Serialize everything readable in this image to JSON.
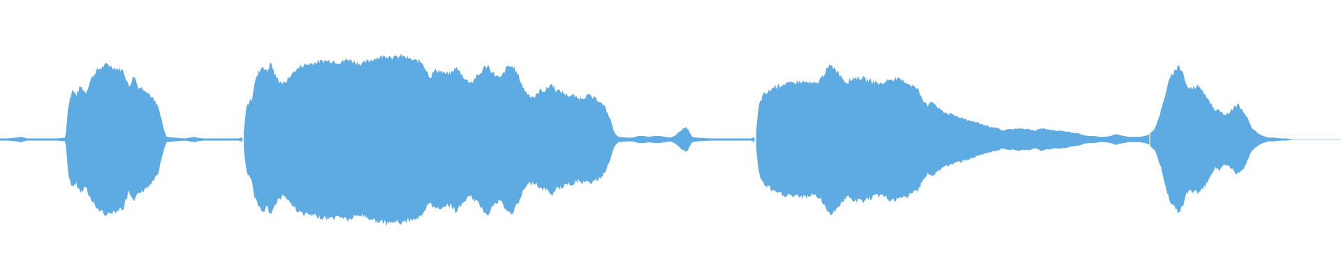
{
  "waveform": {
    "color": "#5dabe2",
    "background": "#ffffff",
    "segments": [
      {
        "name": "segment-1",
        "points": [
          [
            0.0,
            0.01
          ],
          [
            0.006,
            0.01
          ],
          [
            0.012,
            0.02
          ],
          [
            0.016,
            0.03
          ],
          [
            0.02,
            0.01
          ],
          [
            0.03,
            0.01
          ],
          [
            0.042,
            0.01
          ],
          [
            0.049,
            0.02
          ],
          [
            0.051,
            0.4
          ],
          [
            0.054,
            0.58
          ],
          [
            0.057,
            0.52
          ],
          [
            0.06,
            0.63
          ],
          [
            0.064,
            0.55
          ],
          [
            0.068,
            0.72
          ],
          [
            0.072,
            0.82
          ],
          [
            0.076,
            0.86
          ],
          [
            0.08,
            0.9
          ],
          [
            0.084,
            0.86
          ],
          [
            0.088,
            0.84
          ],
          [
            0.092,
            0.82
          ],
          [
            0.096,
            0.62
          ],
          [
            0.1,
            0.76
          ],
          [
            0.103,
            0.62
          ],
          [
            0.108,
            0.6
          ],
          [
            0.113,
            0.5
          ],
          [
            0.118,
            0.38
          ],
          [
            0.122,
            0.12
          ],
          [
            0.124,
            0.03
          ],
          [
            0.13,
            0.02
          ],
          [
            0.138,
            0.01
          ],
          [
            0.145,
            0.03
          ],
          [
            0.147,
            0.02
          ],
          [
            0.152,
            0.01
          ],
          [
            0.164,
            0.01
          ],
          [
            0.178,
            0.01
          ],
          [
            0.181,
            0.03
          ]
        ]
      },
      {
        "name": "segment-2",
        "points": [
          [
            0.182,
            0.1
          ],
          [
            0.184,
            0.4
          ],
          [
            0.188,
            0.48
          ],
          [
            0.19,
            0.68
          ],
          [
            0.193,
            0.8
          ],
          [
            0.196,
            0.88
          ],
          [
            0.199,
            0.8
          ],
          [
            0.202,
            0.92
          ],
          [
            0.205,
            0.76
          ],
          [
            0.208,
            0.7
          ],
          [
            0.212,
            0.66
          ],
          [
            0.216,
            0.74
          ],
          [
            0.22,
            0.82
          ],
          [
            0.225,
            0.88
          ],
          [
            0.23,
            0.9
          ],
          [
            0.236,
            0.92
          ],
          [
            0.242,
            0.94
          ],
          [
            0.248,
            0.94
          ],
          [
            0.254,
            0.92
          ],
          [
            0.26,
            0.96
          ],
          [
            0.265,
            0.92
          ],
          [
            0.27,
            0.9
          ],
          [
            0.275,
            0.94
          ],
          [
            0.28,
            0.97
          ],
          [
            0.285,
            0.99
          ],
          [
            0.29,
            1.0
          ],
          [
            0.295,
            0.98
          ],
          [
            0.3,
            1.0
          ],
          [
            0.305,
            0.96
          ],
          [
            0.31,
            0.94
          ],
          [
            0.315,
            0.92
          ],
          [
            0.318,
            0.82
          ],
          [
            0.321,
            0.74
          ],
          [
            0.324,
            0.82
          ],
          [
            0.328,
            0.82
          ],
          [
            0.332,
            0.78
          ],
          [
            0.336,
            0.78
          ],
          [
            0.34,
            0.86
          ],
          [
            0.344,
            0.78
          ],
          [
            0.348,
            0.7
          ],
          [
            0.352,
            0.68
          ],
          [
            0.355,
            0.74
          ],
          [
            0.358,
            0.78
          ],
          [
            0.361,
            0.86
          ],
          [
            0.364,
            0.88
          ],
          [
            0.367,
            0.8
          ],
          [
            0.37,
            0.76
          ],
          [
            0.373,
            0.72
          ],
          [
            0.376,
            0.8
          ],
          [
            0.379,
            0.88
          ],
          [
            0.383,
            0.86
          ],
          [
            0.387,
            0.74
          ],
          [
            0.391,
            0.58
          ],
          [
            0.395,
            0.52
          ],
          [
            0.399,
            0.5
          ],
          [
            0.403,
            0.58
          ],
          [
            0.407,
            0.58
          ],
          [
            0.411,
            0.66
          ],
          [
            0.415,
            0.58
          ],
          [
            0.419,
            0.56
          ],
          [
            0.423,
            0.52
          ],
          [
            0.427,
            0.52
          ],
          [
            0.431,
            0.48
          ],
          [
            0.435,
            0.5
          ],
          [
            0.439,
            0.52
          ],
          [
            0.443,
            0.48
          ],
          [
            0.447,
            0.46
          ],
          [
            0.451,
            0.38
          ],
          [
            0.455,
            0.24
          ],
          [
            0.458,
            0.08
          ],
          [
            0.461,
            0.03
          ],
          [
            0.468,
            0.02
          ],
          [
            0.472,
            0.02
          ],
          [
            0.476,
            0.04
          ],
          [
            0.48,
            0.04
          ],
          [
            0.484,
            0.03
          ],
          [
            0.488,
            0.04
          ],
          [
            0.492,
            0.04
          ],
          [
            0.496,
            0.03
          ],
          [
            0.5,
            0.02
          ],
          [
            0.503,
            0.04
          ],
          [
            0.506,
            0.08
          ],
          [
            0.509,
            0.12
          ],
          [
            0.512,
            0.14
          ],
          [
            0.514,
            0.09
          ],
          [
            0.516,
            0.03
          ],
          [
            0.52,
            0.02
          ],
          [
            0.53,
            0.01
          ],
          [
            0.542,
            0.01
          ],
          [
            0.552,
            0.01
          ],
          [
            0.56,
            0.01
          ],
          [
            0.563,
            0.03
          ]
        ]
      },
      {
        "name": "segment-3",
        "points": [
          [
            0.564,
            0.1
          ],
          [
            0.566,
            0.4
          ],
          [
            0.569,
            0.52
          ],
          [
            0.573,
            0.56
          ],
          [
            0.577,
            0.62
          ],
          [
            0.581,
            0.64
          ],
          [
            0.585,
            0.66
          ],
          [
            0.589,
            0.66
          ],
          [
            0.593,
            0.68
          ],
          [
            0.597,
            0.68
          ],
          [
            0.601,
            0.68
          ],
          [
            0.605,
            0.66
          ],
          [
            0.609,
            0.66
          ],
          [
            0.613,
            0.74
          ],
          [
            0.616,
            0.82
          ],
          [
            0.619,
            0.88
          ],
          [
            0.622,
            0.86
          ],
          [
            0.625,
            0.8
          ],
          [
            0.628,
            0.74
          ],
          [
            0.631,
            0.68
          ],
          [
            0.634,
            0.7
          ],
          [
            0.637,
            0.74
          ],
          [
            0.64,
            0.72
          ],
          [
            0.643,
            0.74
          ],
          [
            0.646,
            0.7
          ],
          [
            0.649,
            0.7
          ],
          [
            0.652,
            0.68
          ],
          [
            0.656,
            0.66
          ],
          [
            0.66,
            0.68
          ],
          [
            0.664,
            0.72
          ],
          [
            0.668,
            0.72
          ],
          [
            0.672,
            0.7
          ],
          [
            0.676,
            0.68
          ],
          [
            0.68,
            0.64
          ],
          [
            0.684,
            0.6
          ],
          [
            0.688,
            0.48
          ],
          [
            0.692,
            0.4
          ],
          [
            0.696,
            0.44
          ],
          [
            0.7,
            0.36
          ],
          [
            0.704,
            0.32
          ],
          [
            0.708,
            0.3
          ],
          [
            0.712,
            0.28
          ],
          [
            0.716,
            0.26
          ],
          [
            0.72,
            0.24
          ],
          [
            0.724,
            0.22
          ],
          [
            0.728,
            0.2
          ],
          [
            0.732,
            0.18
          ],
          [
            0.736,
            0.16
          ],
          [
            0.74,
            0.14
          ],
          [
            0.744,
            0.13
          ],
          [
            0.748,
            0.1
          ],
          [
            0.752,
            0.12
          ],
          [
            0.756,
            0.12
          ],
          [
            0.76,
            0.13
          ],
          [
            0.764,
            0.12
          ],
          [
            0.768,
            0.12
          ],
          [
            0.772,
            0.1
          ],
          [
            0.776,
            0.13
          ],
          [
            0.78,
            0.12
          ],
          [
            0.784,
            0.11
          ],
          [
            0.788,
            0.1
          ],
          [
            0.792,
            0.1
          ],
          [
            0.796,
            0.09
          ],
          [
            0.8,
            0.08
          ],
          [
            0.804,
            0.07
          ],
          [
            0.808,
            0.05
          ],
          [
            0.812,
            0.04
          ],
          [
            0.816,
            0.04
          ],
          [
            0.82,
            0.03
          ],
          [
            0.824,
            0.03
          ],
          [
            0.828,
            0.04
          ],
          [
            0.832,
            0.06
          ],
          [
            0.835,
            0.05
          ],
          [
            0.838,
            0.04
          ],
          [
            0.842,
            0.03
          ],
          [
            0.846,
            0.03
          ],
          [
            0.85,
            0.03
          ],
          [
            0.854,
            0.04
          ],
          [
            0.857,
            0.06
          ]
        ]
      },
      {
        "name": "segment-4",
        "points": [
          [
            0.858,
            0.08
          ],
          [
            0.861,
            0.12
          ],
          [
            0.864,
            0.24
          ],
          [
            0.867,
            0.4
          ],
          [
            0.87,
            0.6
          ],
          [
            0.873,
            0.74
          ],
          [
            0.876,
            0.82
          ],
          [
            0.879,
            0.88
          ],
          [
            0.882,
            0.8
          ],
          [
            0.885,
            0.62
          ],
          [
            0.888,
            0.6
          ],
          [
            0.891,
            0.62
          ],
          [
            0.894,
            0.64
          ],
          [
            0.897,
            0.58
          ],
          [
            0.9,
            0.5
          ],
          [
            0.903,
            0.42
          ],
          [
            0.906,
            0.32
          ],
          [
            0.909,
            0.36
          ],
          [
            0.912,
            0.3
          ],
          [
            0.915,
            0.3
          ],
          [
            0.918,
            0.34
          ],
          [
            0.921,
            0.4
          ],
          [
            0.924,
            0.4
          ],
          [
            0.927,
            0.34
          ],
          [
            0.93,
            0.26
          ],
          [
            0.933,
            0.14
          ],
          [
            0.936,
            0.1
          ],
          [
            0.939,
            0.06
          ],
          [
            0.942,
            0.04
          ],
          [
            0.946,
            0.02
          ],
          [
            0.95,
            0.02
          ],
          [
            0.955,
            0.01
          ],
          [
            0.96,
            0.01
          ],
          [
            0.963,
            0.0
          ]
        ]
      }
    ]
  }
}
